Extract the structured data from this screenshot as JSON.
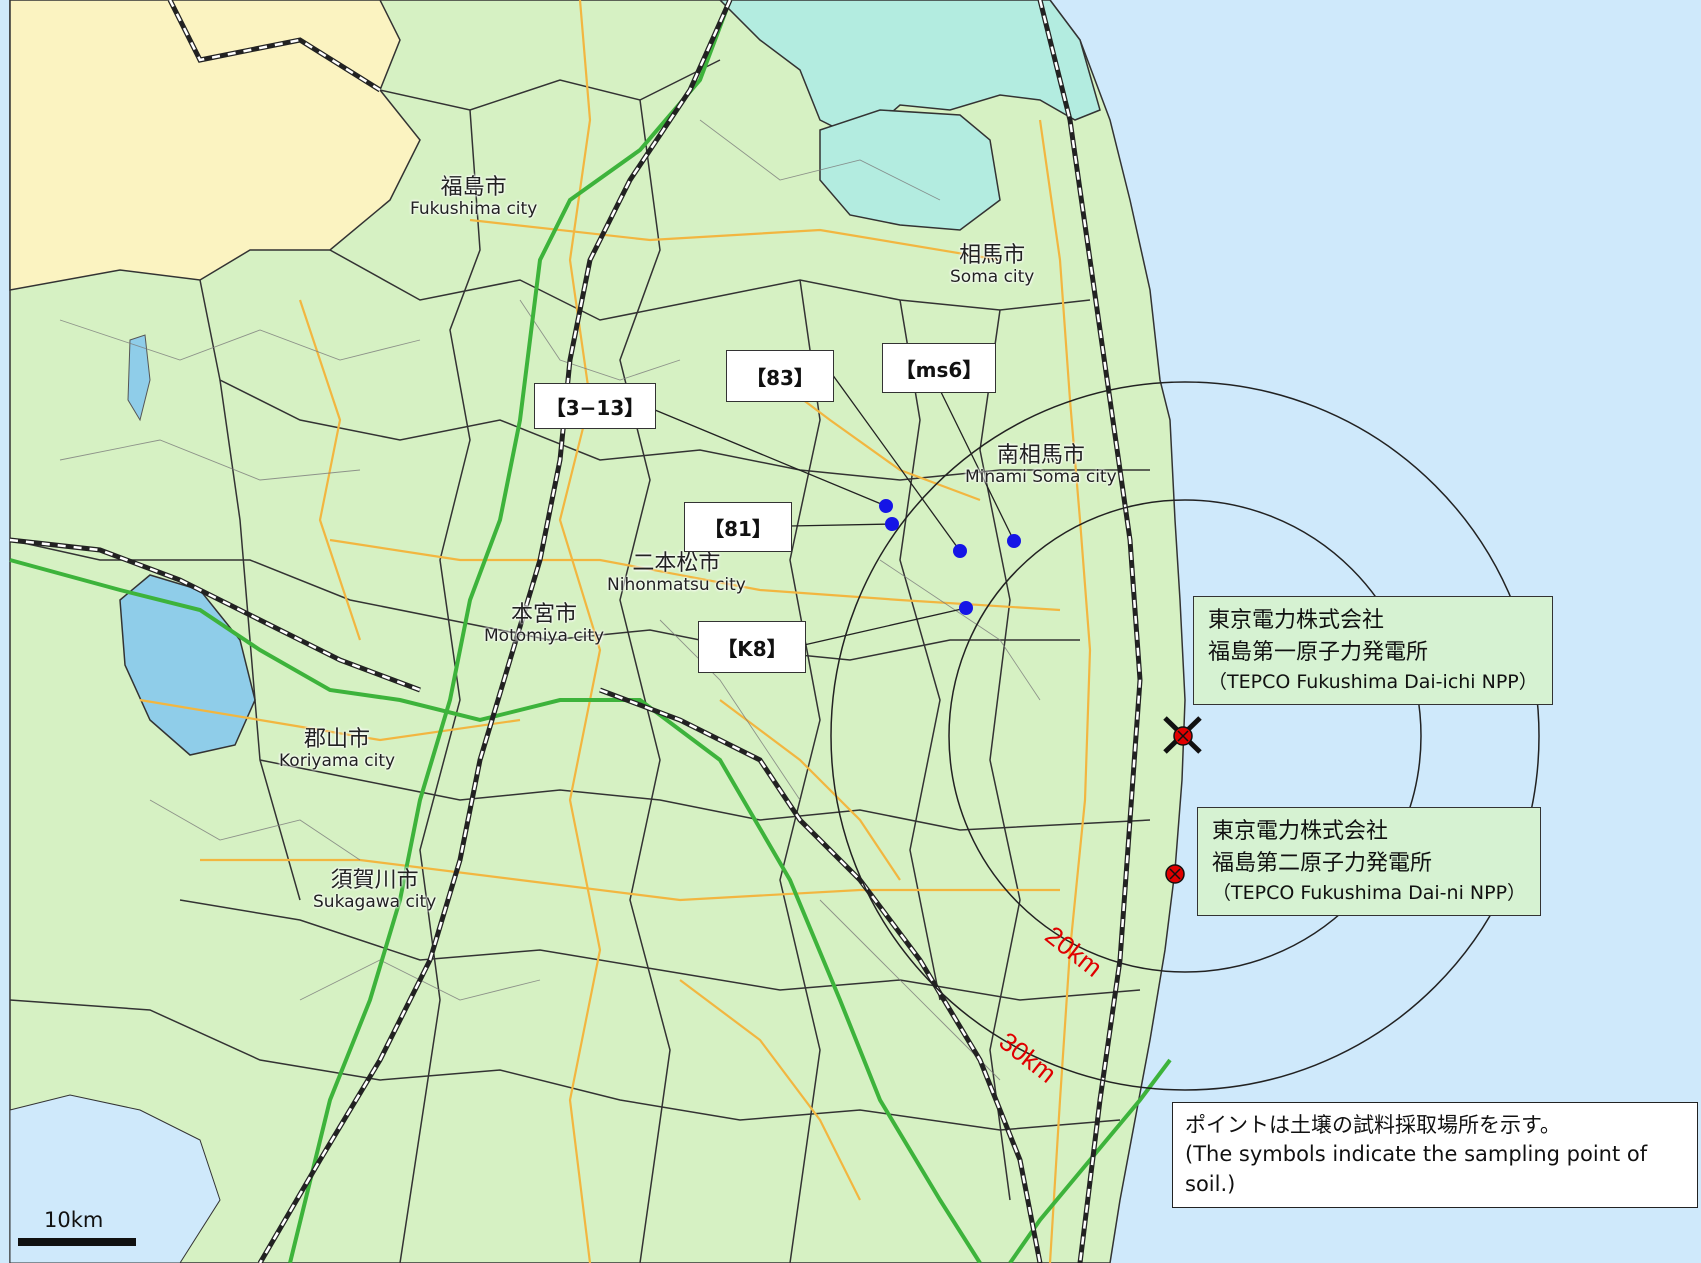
{
  "colors": {
    "sea": "#cfe9fb",
    "land_fukushima": "#d6f1c3",
    "land_miyagi": "#b3ece0",
    "land_yamagata": "#fbf3c1",
    "lake": "#8fcde9",
    "expressway": "#3db33b",
    "national_road": "#f2b640",
    "railway": "#222222",
    "sample_point": "#1515e6",
    "npp_marker": "#e00000",
    "radius_label": "#e00000"
  },
  "cities": [
    {
      "id": "fukushima",
      "ja": "福島市",
      "en": "Fukushima city"
    },
    {
      "id": "soma",
      "ja": "相馬市",
      "en": "Soma city"
    },
    {
      "id": "minamisoma",
      "ja": "南相馬市",
      "en": "Minami Soma city"
    },
    {
      "id": "nihonmatsu",
      "ja": "二本松市",
      "en": "Nihonmatsu city"
    },
    {
      "id": "motomiya",
      "ja": "本宮市",
      "en": "Motomiya city"
    },
    {
      "id": "koriyama",
      "ja": "郡山市",
      "en": "Koriyama city"
    },
    {
      "id": "sukagawa",
      "ja": "須賀川市",
      "en": "Sukagawa city"
    }
  ],
  "sampling_points": [
    {
      "id": "3-13",
      "label": "【3−13】"
    },
    {
      "id": "83",
      "label": "【83】"
    },
    {
      "id": "ms6",
      "label": "【ms6】"
    },
    {
      "id": "81",
      "label": "【81】"
    },
    {
      "id": "k8",
      "label": "【K8】"
    }
  ],
  "npps": [
    {
      "id": "daiichi",
      "ja_line1": "東京電力株式会社",
      "ja_line2": "福島第一原子力発電所",
      "en": "（TEPCO Fukushima Dai-ichi NPP）"
    },
    {
      "id": "daini",
      "ja_line1": "東京電力株式会社",
      "ja_line2": "福島第二原子力発電所",
      "en": "（TEPCO Fukushima Dai-ni NPP）"
    }
  ],
  "radius_rings": [
    {
      "id": "r20",
      "label": "20km"
    },
    {
      "id": "r30",
      "label": "30km"
    }
  ],
  "legend_note": {
    "ja": "ポイントは土壌の試料採取場所を示す。",
    "en": "(The symbols indicate the sampling point of soil.)"
  },
  "scale": {
    "label": "10km"
  }
}
